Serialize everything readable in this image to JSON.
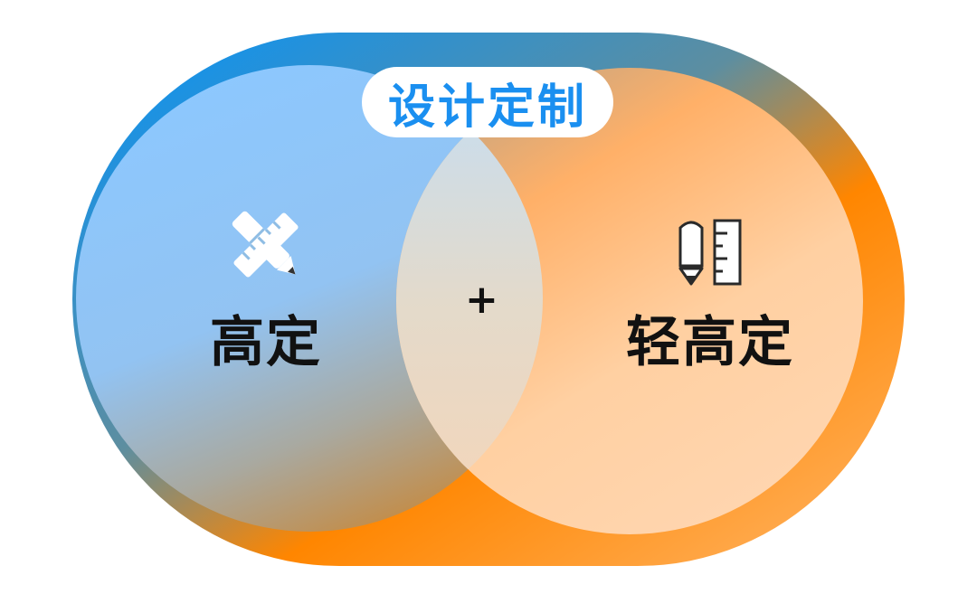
{
  "title": "设计定制",
  "left": {
    "label": "高定",
    "icon": "pencil-ruler-icon"
  },
  "right": {
    "label": "轻高定",
    "icon": "pencil-ruler-icon"
  },
  "joiner": "+",
  "colors": {
    "title": "#1a8ff0",
    "blue": "#0a93f7",
    "orange": "#ff8a0a",
    "text": "#111111",
    "background": "#ffffff"
  }
}
